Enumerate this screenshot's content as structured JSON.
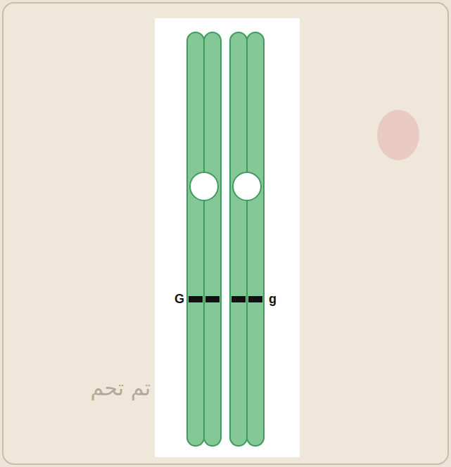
{
  "diagram": {
    "labels": [
      "G",
      "g",
      "تم تحم"
    ]
  }
}
